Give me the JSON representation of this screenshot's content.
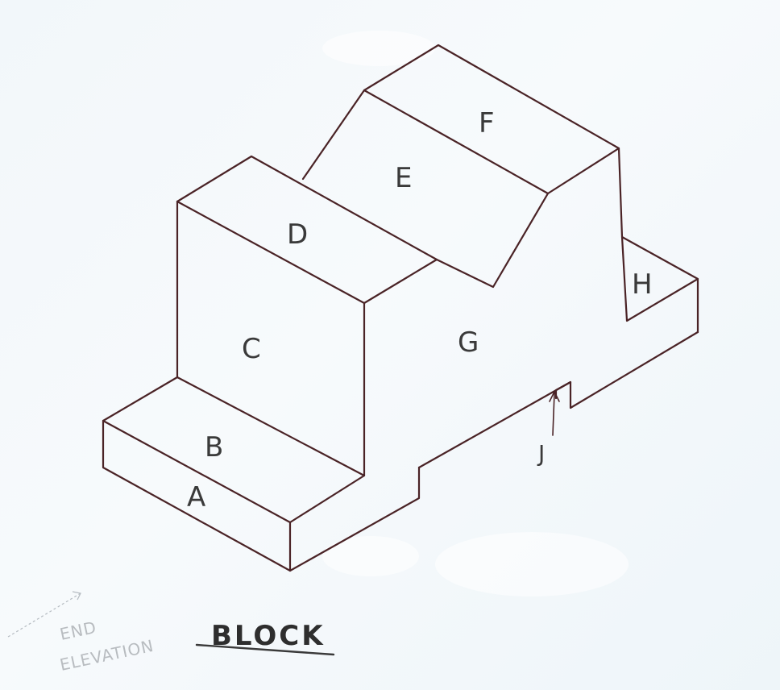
{
  "faces": {
    "a": "A",
    "b": "B",
    "c": "C",
    "d": "D",
    "e": "E",
    "f": "F",
    "g": "G",
    "h": "H",
    "j": "J"
  },
  "title": "BLOCK",
  "end_elevation": {
    "line1": "END",
    "line2": "ELEVATION"
  },
  "colors": {
    "ink": "#4a2326",
    "paper": "#f4f8fb"
  }
}
